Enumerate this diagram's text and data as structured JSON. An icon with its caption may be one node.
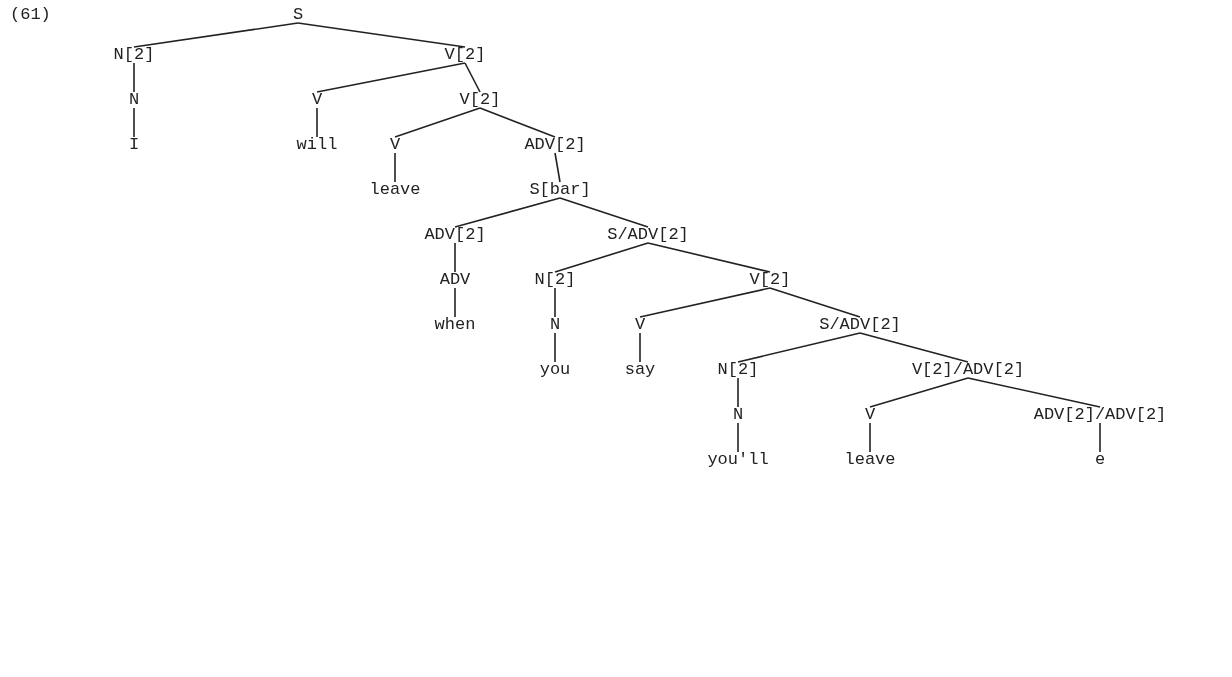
{
  "diagram": {
    "nodes": [
      {
        "text": [
          "S"
        ]
      },
      {
        "text": [
          "N[2]"
        ]
      },
      {
        "text": [
          "V[2]"
        ]
      },
      {
        "text": [
          "N"
        ]
      },
      {
        "text": [
          "I"
        ]
      },
      {
        "text": [
          "V"
        ]
      },
      {
        "text": [
          "V[2]"
        ]
      },
      {
        "text": [
          "will"
        ]
      },
      {
        "text": [
          "V"
        ]
      },
      {
        "text": [
          "ADV[2]"
        ]
      },
      {
        "text": [
          "leave"
        ]
      },
      {
        "text": [
          "S[bar]"
        ]
      },
      {
        "text": [
          "ADV[2]"
        ]
      },
      {
        "text": [
          "S/ADV[2]"
        ]
      },
      {
        "text": [
          "ADV"
        ]
      },
      {
        "text": [
          "N[2]"
        ]
      },
      {
        "text": [
          "V[2]"
        ]
      },
      {
        "text": [
          "when"
        ]
      },
      {
        "text": [
          "N"
        ]
      },
      {
        "text": [
          "V"
        ]
      },
      {
        "text": [
          "S/ADV[2]"
        ]
      },
      {
        "text": [
          "you"
        ]
      },
      {
        "text": [
          "say"
        ]
      },
      {
        "text": [
          "N[2]"
        ]
      },
      {
        "text": [
          "V[2]/ADV[2]"
        ]
      },
      {
        "text": [
          "N"
        ]
      },
      {
        "text": [
          "V"
        ]
      },
      {
        "text": [
          "ADV[2]/ADV[2]"
        ]
      },
      {
        "text": [
          "you'll"
        ]
      },
      {
        "text": [
          "leave"
        ]
      },
      {
        "text": [
          "e"
        ]
      }
    ],
    "edges": [
      {
        "from": 0,
        "to": 1,
        "arrow": "none"
      },
      {
        "from": 0,
        "to": 2,
        "arrow": "none"
      },
      {
        "from": 1,
        "to": 3,
        "arrow": "none"
      },
      {
        "from": 3,
        "to": 4,
        "arrow": "none"
      },
      {
        "from": 2,
        "to": 5,
        "arrow": "none"
      },
      {
        "from": 2,
        "to": 6,
        "arrow": "none"
      },
      {
        "from": 5,
        "to": 7,
        "arrow": "none"
      },
      {
        "from": 6,
        "to": 8,
        "arrow": "none"
      },
      {
        "from": 6,
        "to": 9,
        "arrow": "none"
      },
      {
        "from": 8,
        "to": 10,
        "arrow": "none"
      },
      {
        "from": 9,
        "to": 11,
        "arrow": "none"
      },
      {
        "from": 11,
        "to": 12,
        "arrow": "none"
      },
      {
        "from": 11,
        "to": 13,
        "arrow": "none"
      },
      {
        "from": 12,
        "to": 14,
        "arrow": "none"
      },
      {
        "from": 14,
        "to": 17,
        "arrow": "none"
      },
      {
        "from": 13,
        "to": 15,
        "arrow": "none"
      },
      {
        "from": 13,
        "to": 16,
        "arrow": "none"
      },
      {
        "from": 15,
        "to": 18,
        "arrow": "none"
      },
      {
        "from": 18,
        "to": 21,
        "arrow": "none"
      },
      {
        "from": 16,
        "to": 19,
        "arrow": "none"
      },
      {
        "from": 16,
        "to": 20,
        "arrow": "none"
      },
      {
        "from": 19,
        "to": 22,
        "arrow": "none"
      },
      {
        "from": 20,
        "to": 23,
        "arrow": "none"
      },
      {
        "from": 20,
        "to": 24,
        "arrow": "none"
      },
      {
        "from": 23,
        "to": 25,
        "arrow": "none"
      },
      {
        "from": 25,
        "to": 28,
        "arrow": "none"
      },
      {
        "from": 24,
        "to": 26,
        "arrow": "none"
      },
      {
        "from": 24,
        "to": 27,
        "arrow": "none"
      },
      {
        "from": 26,
        "to": 29,
        "arrow": "none"
      },
      {
        "from": 27,
        "to": 30,
        "arrow": "none"
      }
    ],
    "labels": [
      "(61)"
    ]
  }
}
